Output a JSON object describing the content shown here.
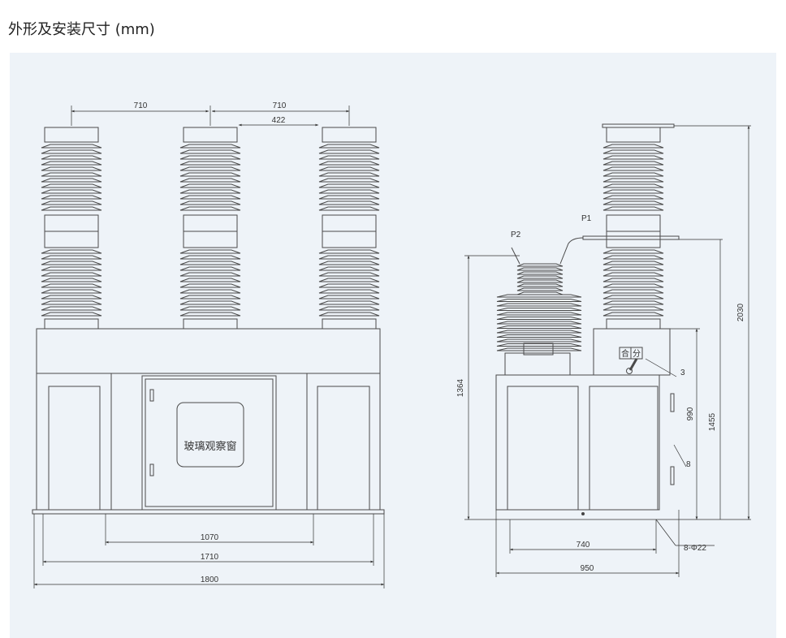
{
  "title": "外形及安装尺寸 (mm)",
  "front_view": {
    "window_label": "玻璃观察窗",
    "dims": {
      "pole_pitch_1": "710",
      "pole_pitch_2": "710",
      "flange_gap": "422",
      "foot_span": "1070",
      "base_width": "1710",
      "overall_width": "1800"
    }
  },
  "side_view": {
    "labels": {
      "p1": "P1",
      "p2": "P2",
      "close": "合",
      "open": "分",
      "callout_3": "3",
      "callout_8": "8",
      "holes": "8-Φ22"
    },
    "dims": {
      "ct_height": "1364",
      "box_height": "1455",
      "overall_height": "2030",
      "cabinet_height": "990",
      "foot_depth": "740",
      "overall_depth": "950"
    }
  },
  "colors": {
    "line": "#4a4a4a",
    "panel_bg": "#eef3f8"
  }
}
